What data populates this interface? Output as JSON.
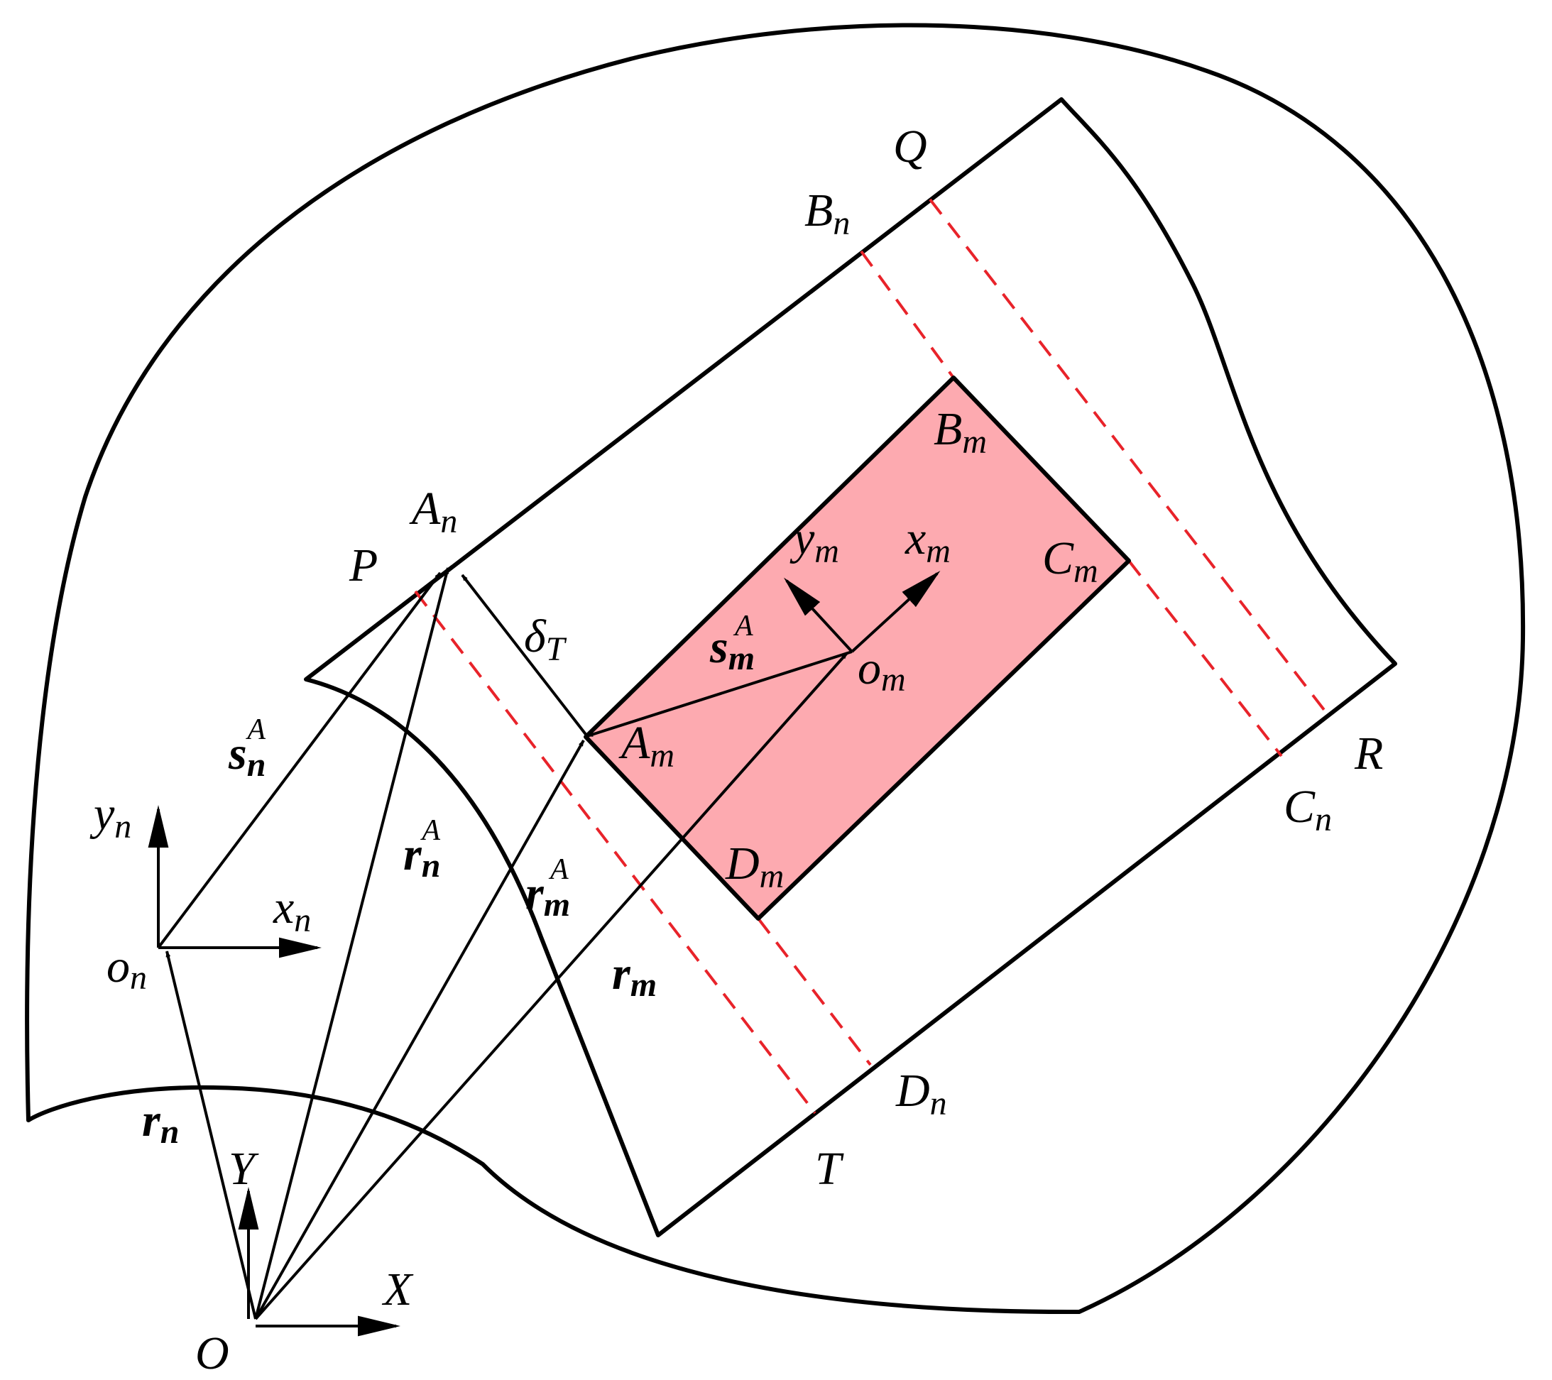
{
  "colors": {
    "region_fill": "#74e3ec",
    "inner_rect_fill": "#fdaab0",
    "dashed_line": "#e8232a",
    "outline": "#000000"
  },
  "labels": {
    "Q": "Q",
    "B": "B",
    "n_Bn": "n",
    "A": "A",
    "n_An": "n",
    "P": "P",
    "Bm": "B",
    "m_Bm": "m",
    "Cm": "C",
    "m_Cm": "m",
    "ym": "y",
    "m_ym": "m",
    "xm": "x",
    "m_xm": "m",
    "delta": "δ",
    "T_delta": "T",
    "sm_s": "s",
    "sm_sub": "m",
    "sm_sup": "A",
    "om": "o",
    "m_om": "m",
    "Am": "A",
    "m_Am": "m",
    "R": "R",
    "Cn": "C",
    "n_Cn": "n",
    "sn_s": "s",
    "sn_sub": "n",
    "sn_sup": "A",
    "yn": "y",
    "n_yn": "n",
    "rnA_r": "r",
    "rnA_sub": "n",
    "rnA_sup": "A",
    "Dm": "D",
    "m_Dm": "m",
    "rmA_r": "r",
    "rmA_sub": "m",
    "rmA_sup": "A",
    "xn": "x",
    "n_xn": "n",
    "on": "o",
    "n_on": "n",
    "rm_r": "r",
    "rm_sub": "m",
    "Dn": "D",
    "n_Dn": "n",
    "rn_r": "r",
    "rn_sub": "n",
    "Y": "Y",
    "T": "T",
    "X": "X",
    "O": "O"
  }
}
